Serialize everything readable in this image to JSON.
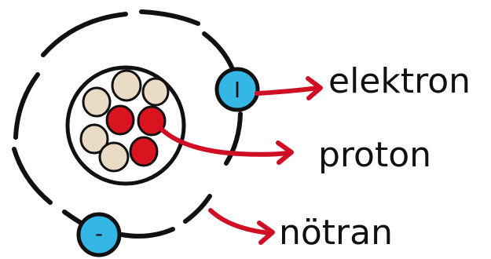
{
  "labels": {
    "electron": "elektron",
    "proton": "proton",
    "neutron": "nötran"
  },
  "symbols": {
    "electron_top": "I",
    "electron_bottom": "-"
  },
  "colors": {
    "electron": "#35b7e5",
    "proton": "#d9141f",
    "neutron": "#eadbc6",
    "arrow": "#d10f24",
    "line": "#111111"
  }
}
